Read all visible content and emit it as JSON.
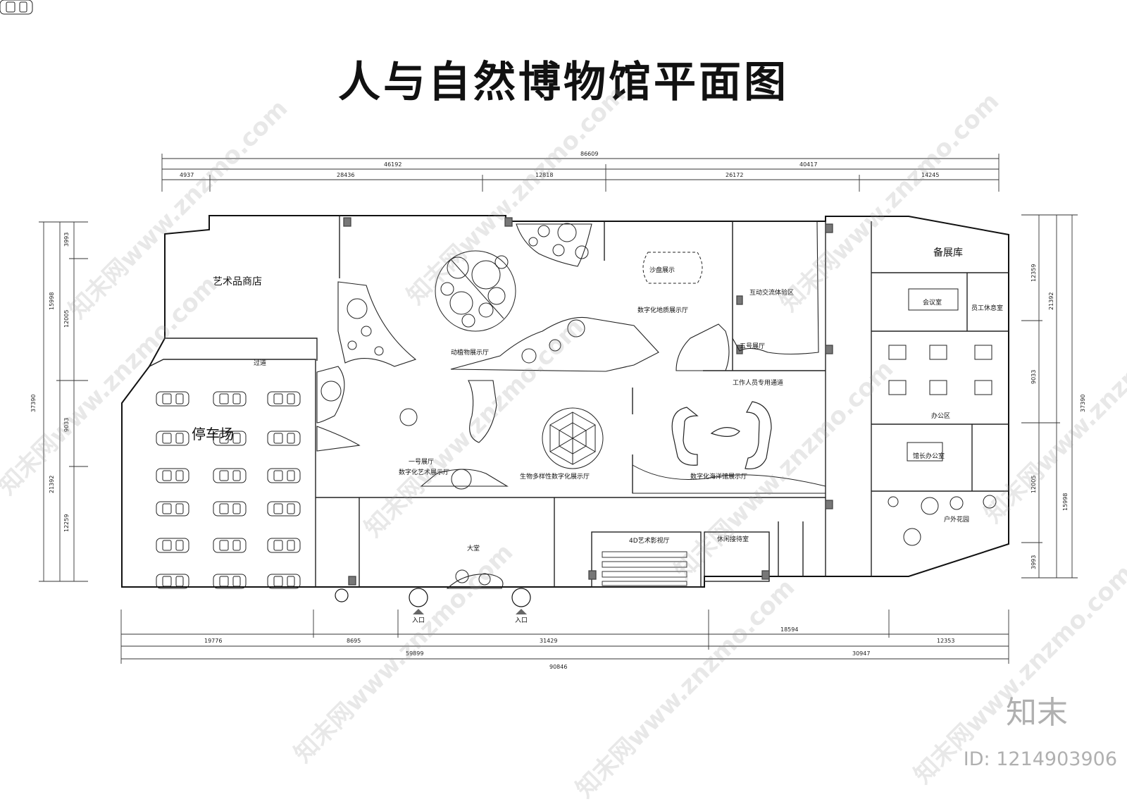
{
  "title": "人与自然博物馆平面图",
  "rooms": {
    "art_shop": "艺术品商店",
    "parking": "停车场",
    "storage": "备展库",
    "hall5": "五号展厅",
    "geo_hall": "数字化地质展示厅",
    "animal_plant_hall": "动植物展示厅",
    "bio_hall": "生物多样性数字化展示厅",
    "ocean_hall": "数字化海洋馆展示厅",
    "hall1": "一号展厅",
    "hall1_sub": "数字化艺术展示厅",
    "lobby": "大堂",
    "cinema": "4D艺术影视厅",
    "lounge": "休闲接待室",
    "office_area": "办公区",
    "staff_lounge": "员工休息室",
    "meeting": "会议室",
    "manager_office": "馆长办公室",
    "outdoor": "户外花园",
    "staff_corridor": "工作人员专用通道",
    "sandbox": "沙盘展示",
    "interactive": "互动交流体验区",
    "channel": "过道",
    "entrance": "入口"
  },
  "dimensions": {
    "top_total": "86609",
    "top_left": "46192",
    "top_right": "40417",
    "top_segments": [
      "4937",
      "28436",
      "12818",
      "26172",
      "14245"
    ],
    "bottom_segments": [
      "19776",
      "8695",
      "31429",
      "18594",
      "12353"
    ],
    "bottom_mid_left": "59899",
    "bottom_mid_right": "30947",
    "bottom_total": "90846",
    "left_total": "37390",
    "left_segments": [
      "3993",
      "12005",
      "9033",
      "12259"
    ],
    "left_mid": [
      "15998",
      "21392"
    ],
    "right_total": "37390",
    "right_segments": [
      "12359",
      "9033",
      "12005",
      "3993"
    ],
    "right_mid": [
      "21392",
      "15998"
    ]
  },
  "watermark": {
    "text": "知末网www.znzmo.com",
    "brand": "知末",
    "id": "ID: 1214903906"
  }
}
